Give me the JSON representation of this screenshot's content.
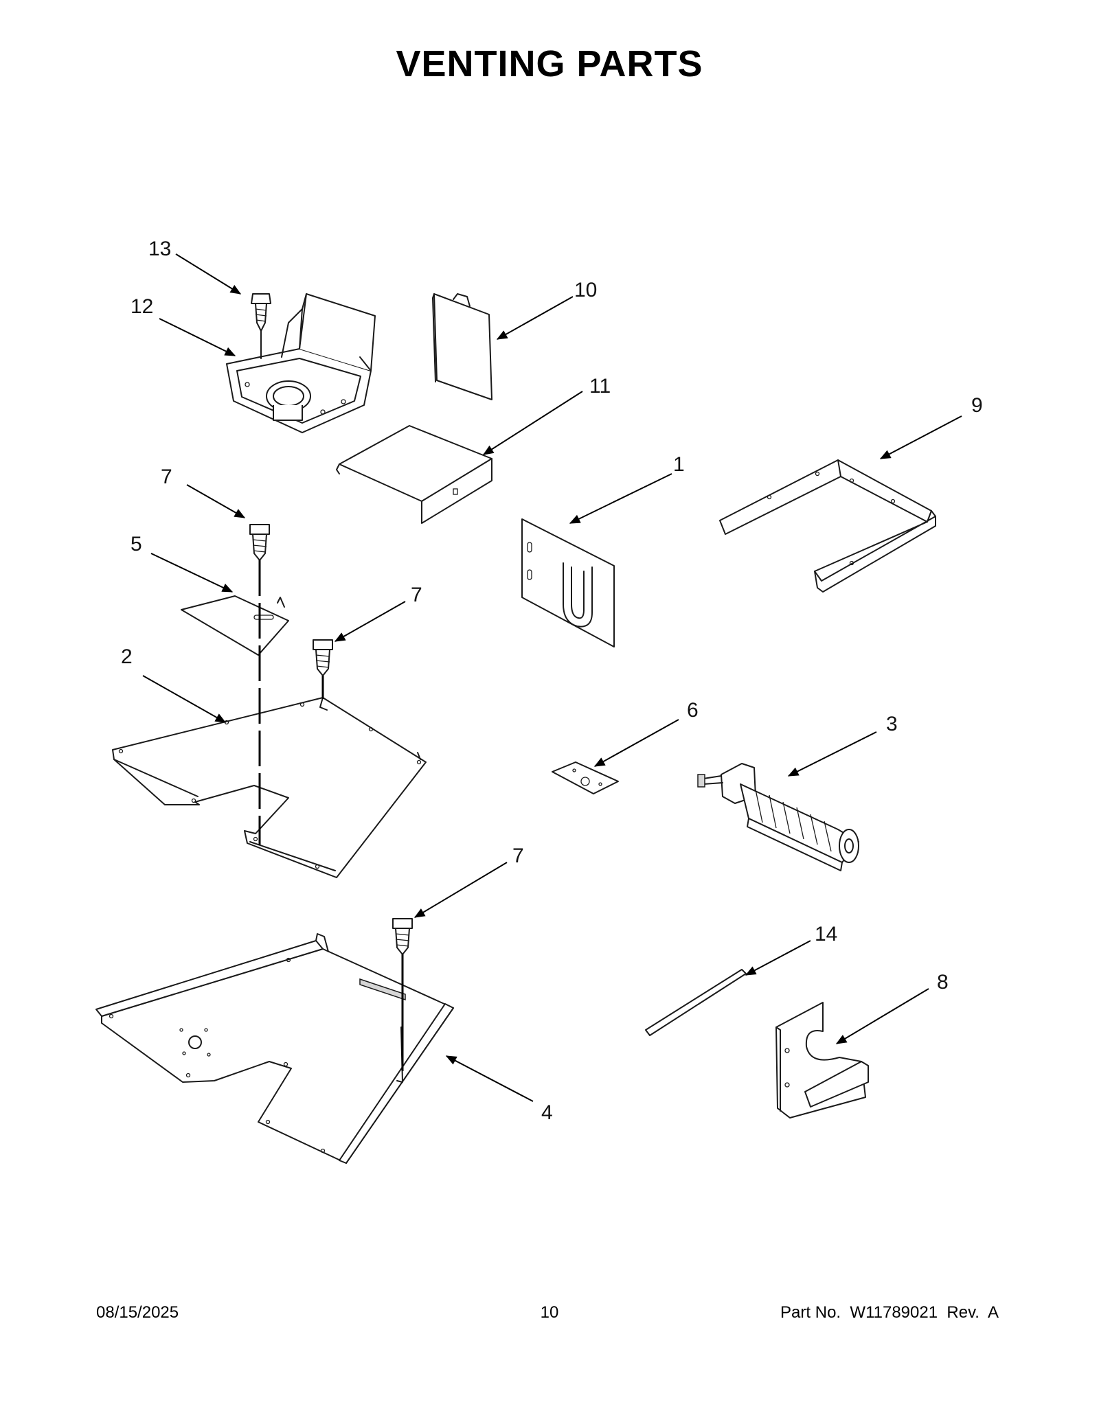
{
  "title": "VENTING PARTS",
  "callouts": {
    "p13": "13",
    "p12": "12",
    "p10": "10",
    "p11": "11",
    "p9": "9",
    "p1": "1",
    "p7a": "7",
    "p5": "5",
    "p7b": "7",
    "p2": "2",
    "p6": "6",
    "p3": "3",
    "p7c": "7",
    "p14": "14",
    "p8": "8",
    "p4": "4"
  },
  "footer": {
    "date": "08/15/2025",
    "page_number": "10",
    "part_number": "Part No.  W11789021  Rev.  A"
  }
}
